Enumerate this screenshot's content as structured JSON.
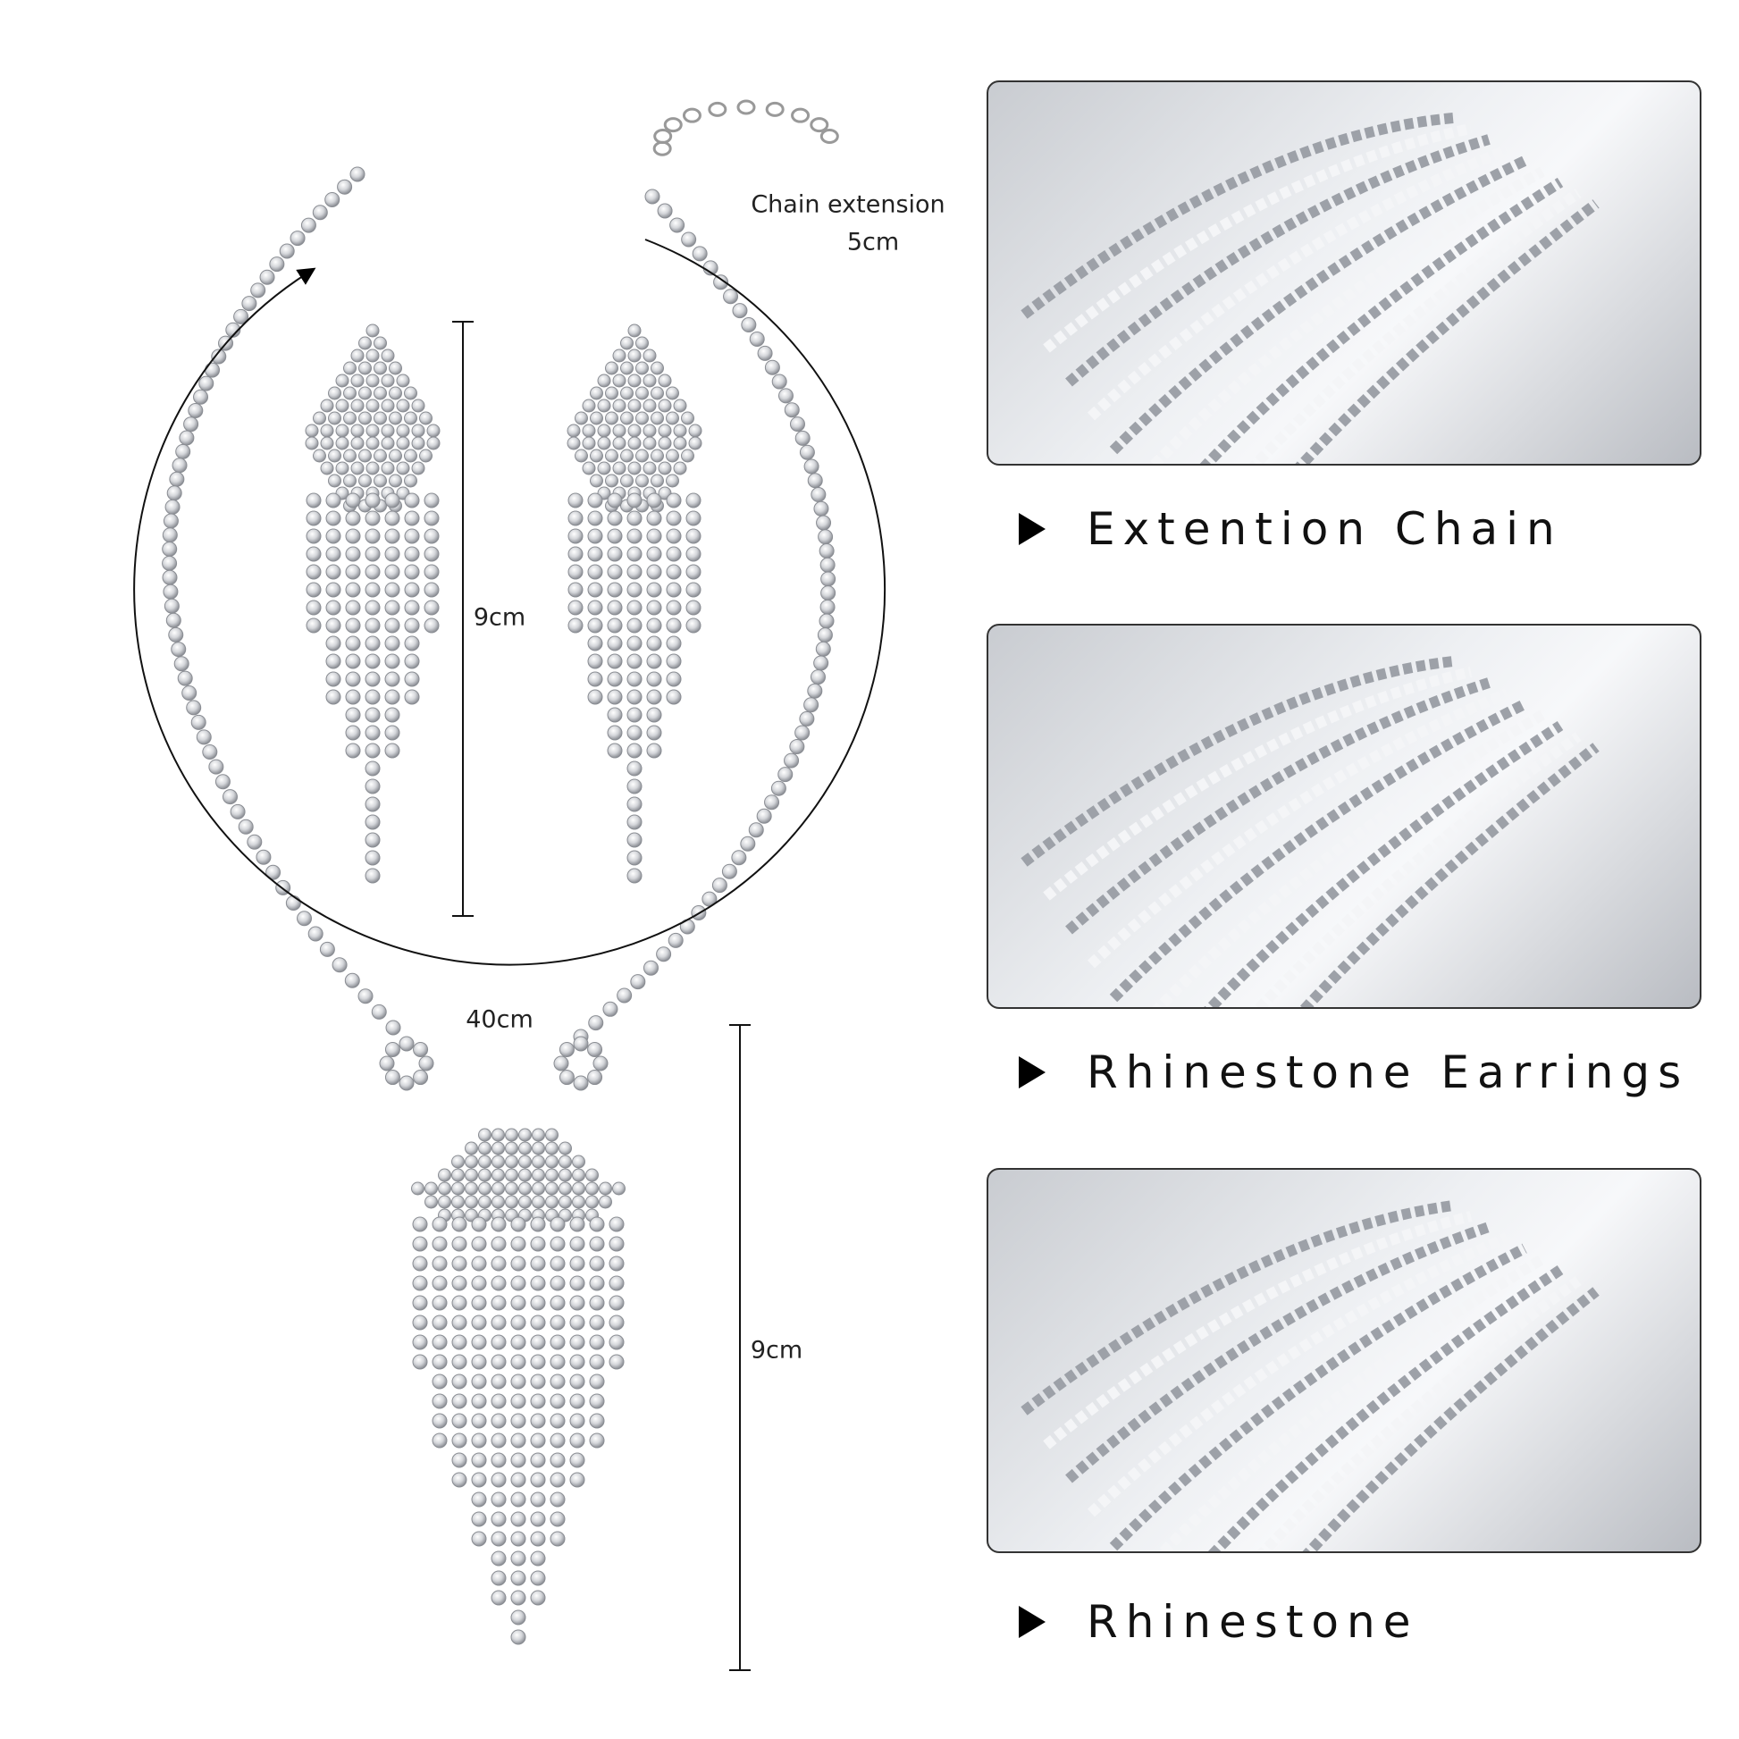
{
  "annotations": {
    "chain_extension": "Chain  extension",
    "chain_extension_length": "5cm",
    "earring_length": "9cm",
    "necklace_length": "40cm",
    "pendant_length": "9cm"
  },
  "features": [
    {
      "title": "Extention Chain",
      "icon": "triangle-right-icon"
    },
    {
      "title": "Rhinestone Earrings",
      "icon": "triangle-right-icon"
    },
    {
      "title": "Rhinestone",
      "icon": "triangle-right-icon"
    }
  ]
}
